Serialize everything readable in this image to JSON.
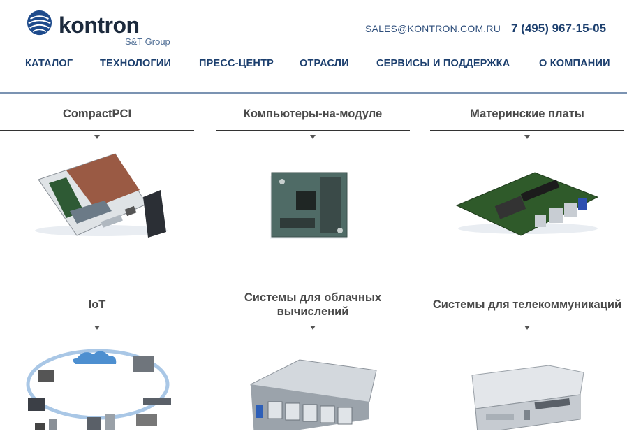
{
  "header": {
    "logo_text": "kontron",
    "logo_sub": "S&T Group",
    "email": "SALES@KONTRON.COM.RU",
    "phone": "7 (495) 967-15-05"
  },
  "nav": [
    {
      "label": "КАТАЛОГ"
    },
    {
      "label": "ТЕХНОЛОГИИ"
    },
    {
      "label": "ПРЕСС-ЦЕНТР"
    },
    {
      "label": "ОТРАСЛИ"
    },
    {
      "label": "СЕРВИСЫ И ПОДДЕРЖКА"
    },
    {
      "label": "О КОМПАНИИ"
    }
  ],
  "categories": [
    {
      "title": "CompactPCI"
    },
    {
      "title": "Компьютеры-на-модуле"
    },
    {
      "title": "Материнские платы"
    },
    {
      "title": "IoT"
    },
    {
      "title": "Системы для облачных вычислений"
    },
    {
      "title": "Системы для телекоммуникаций"
    }
  ]
}
